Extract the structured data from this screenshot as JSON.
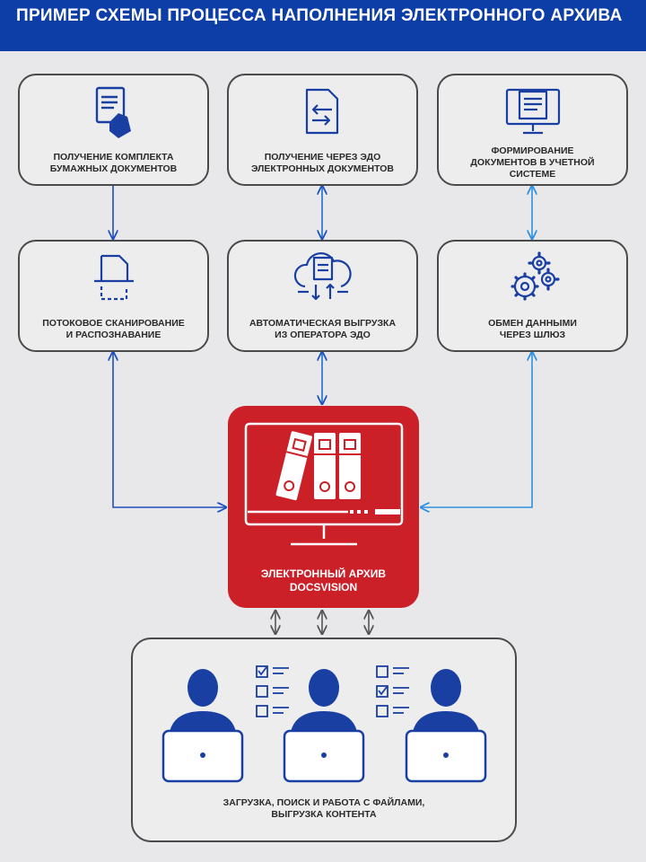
{
  "header": {
    "title": "ПРИМЕР СХЕМЫ ПРОЦЕССА НАПОЛНЕНИЯ ЭЛЕКТРОННОГО АРХИВА"
  },
  "cards": {
    "paper_docs": {
      "line1": "ПОЛУЧЕНИЕ КОМПЛЕКТА",
      "line2": "БУМАЖНЫХ ДОКУМЕНТОВ",
      "icon": "paper-document-hand-icon"
    },
    "edo_docs": {
      "line1": "ПОЛУЧЕНИЕ ЧЕРЕЗ ЭДО",
      "line2": "ЭЛЕКТРОННЫХ ДОКУМЕНТОВ",
      "icon": "document-exchange-icon"
    },
    "accounting": {
      "line1": "ФОРМИРОВАНИЕ",
      "line2": "ДОКУМЕНТОВ В УЧЕТНОЙ",
      "line3": "СИСТЕМЕ",
      "icon": "monitor-document-icon"
    },
    "scanning": {
      "line1": "ПОТОКОВОЕ СКАНИРОВАНИЕ",
      "line2": "И РАСПОЗНАВАНИЕ",
      "icon": "scan-document-icon"
    },
    "edo_upload": {
      "line1": "АВТОМАТИЧЕСКАЯ ВЫГРУЗКА",
      "line2": "ИЗ ОПЕРАТОРА ЭДО",
      "icon": "cloud-sync-icon"
    },
    "gateway": {
      "line1": "ОБМЕН ДАННЫМИ",
      "line2": "ЧЕРЕЗ ШЛЮЗ",
      "icon": "gears-icon"
    }
  },
  "archive": {
    "line1": "ЭЛЕКТРОННЫЙ АРХИВ",
    "line2": "DOCSVISION",
    "icon": "monitor-binders-icon"
  },
  "users": {
    "line1": "ЗАГРУЗКА, ПОИСК И РАБОТА С ФАЙЛАМИ,",
    "line2": "ВЫГРУЗКА КОНТЕНТА",
    "icon": "user-laptop-icon"
  },
  "colors": {
    "header": "#0d3ea8",
    "icon_blue": "#1a3fa3",
    "arrow_dark": "#1e4fc0",
    "arrow_light": "#2e90e0",
    "archive_red": "#cc2029",
    "arrow_gray": "#555555"
  }
}
